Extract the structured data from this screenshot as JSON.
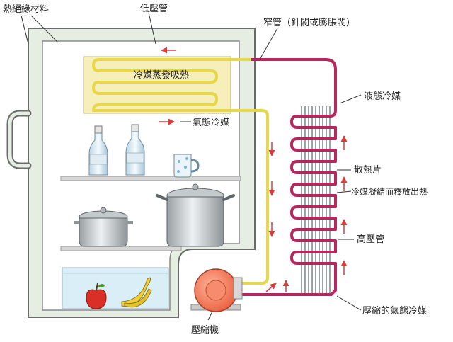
{
  "labels": {
    "insulation": "熱絕緣材料",
    "low_pressure_pipe": "低壓管",
    "capillary": "窄管（針閥或膨脹閥）",
    "evaporator": "冷媒蒸發吸熱",
    "liquid_refrigerant": "液態冷媒",
    "gas_refrigerant": "氣態冷媒",
    "fins": "散熱片",
    "condensing": "冷媒凝結而釋放出熱",
    "high_pressure_pipe": "高壓管",
    "compressed_gas": "壓縮的氣態冷媒",
    "compressor": "壓縮機"
  },
  "colors": {
    "cabinet_fill": "#e6eee4",
    "cabinet_stroke": "#6b6b6b",
    "evaporator_fill": "#f7efba",
    "low_pipe": "#e6d84a",
    "high_pipe": "#b5275e",
    "fins": "#9aa3a6",
    "compressor": "#ee7355",
    "arrow": "#d93a3a",
    "water": "#d9eef7"
  },
  "icons": [
    "bottle-icon",
    "mug-icon",
    "pot-icon",
    "apple-icon",
    "banana-icon",
    "compressor-icon"
  ]
}
